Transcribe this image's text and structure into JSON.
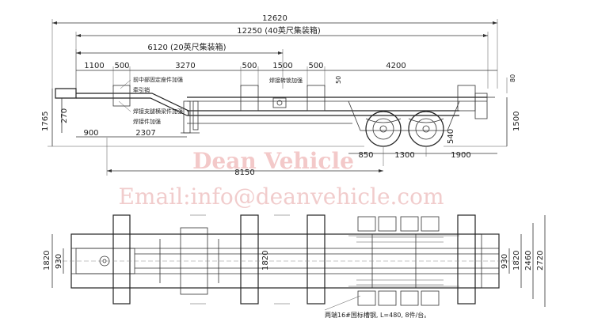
{
  "watermark": {
    "company": "Dean Vehicle",
    "email": "Email:info@deanvehicle.com"
  },
  "side_view": {
    "overall_length": "12620",
    "container_40ft": "12250 (40英尺集装箱)",
    "container_20ft": "6120 (20英尺集装箱)",
    "segment_1100": "1100",
    "segment_500_a": "500",
    "segment_3270": "3270",
    "segment_500_b": "500",
    "segment_1500": "1500",
    "segment_500_c": "500",
    "segment_4200": "4200",
    "dim_50": "50",
    "dim_80": "80",
    "height_1765": "1765",
    "height_270": "270",
    "height_1500": "1500",
    "dim_900": "900",
    "dim_2307": "2307",
    "dim_850": "850",
    "dim_1300": "1300",
    "dim_1900": "1900",
    "dim_540": "540",
    "dim_8150": "8150",
    "note_1": "前中部固定座件加强",
    "note_2": "牵引销",
    "note_3": "焊接支腿横梁件加强",
    "note_4": "焊接件加强",
    "note_5": "焊接转锁加强"
  },
  "plan_view": {
    "width_1820_left": "1820",
    "width_930_left": "930",
    "width_1820_mid": "1820",
    "width_930_right": "930",
    "width_1820_right": "1820",
    "width_2460": "2460",
    "width_2720": "2720",
    "bottom_note": "两端16#国标槽钢, L=480, 8件/台。"
  }
}
